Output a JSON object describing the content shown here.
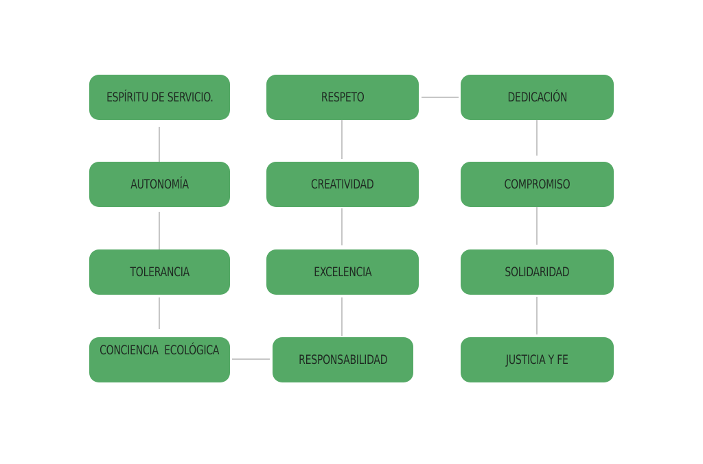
{
  "diagram": {
    "nodes": {
      "espiritu": "ESPÍRITU DE SERVICIO.",
      "autonomia": "AUTONOMÍA",
      "tolerancia": "TOLERANCIA",
      "conciencia": "CONCIENCIA  ECOLÓGICA",
      "respeto": "RESPETO",
      "creatividad": "CREATIVIDAD",
      "excelencia": "EXCELENCIA",
      "responsabilidad": "RESPONSABILIDAD",
      "dedicacion": "DEDICACIÓN",
      "compromiso": "COMPROMISO",
      "solidaridad": "SOLIDARIDAD",
      "justicia": "JUSTICIA Y FE"
    },
    "edges": [
      [
        "espiritu",
        "autonomia"
      ],
      [
        "autonomia",
        "tolerancia"
      ],
      [
        "tolerancia",
        "conciencia"
      ],
      [
        "conciencia",
        "responsabilidad"
      ],
      [
        "responsabilidad",
        "excelencia"
      ],
      [
        "excelencia",
        "creatividad"
      ],
      [
        "creatividad",
        "respeto"
      ],
      [
        "respeto",
        "dedicacion"
      ],
      [
        "dedicacion",
        "compromiso"
      ],
      [
        "compromiso",
        "solidaridad"
      ],
      [
        "solidaridad",
        "justicia"
      ]
    ],
    "colors": {
      "node_fill": "#55a966",
      "node_text": "#1f2a22",
      "connector": "#b3b3b3"
    }
  }
}
